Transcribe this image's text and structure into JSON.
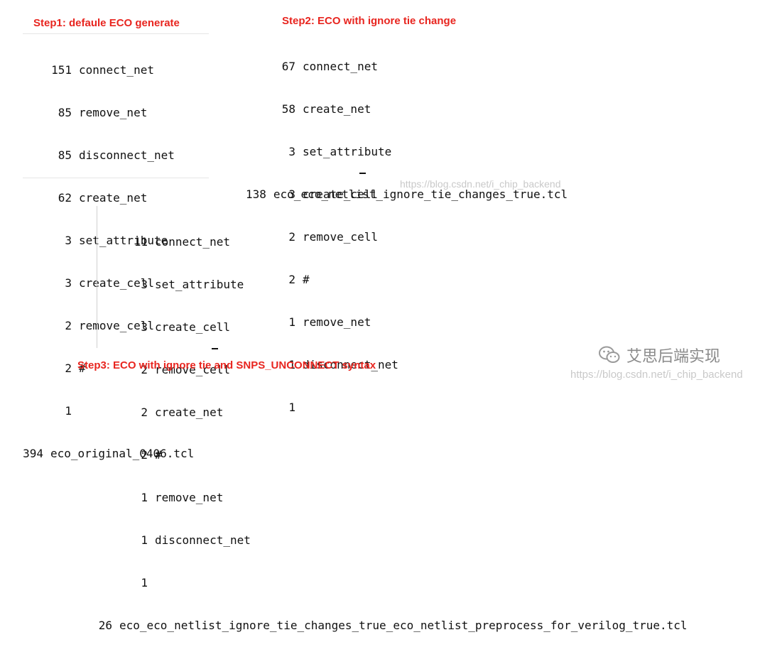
{
  "step1": {
    "title": "Step1:  defaule ECO generate",
    "rows": [
      {
        "count": "151",
        "text": "connect_net"
      },
      {
        "count": "85",
        "text": "remove_net"
      },
      {
        "count": "85",
        "text": "disconnect_net"
      },
      {
        "count": "62",
        "text": "create_net"
      },
      {
        "count": "3",
        "text": "set_attribute"
      },
      {
        "count": "3",
        "text": "create_cell"
      },
      {
        "count": "2",
        "text": "remove_cell"
      },
      {
        "count": "2",
        "text": "#"
      },
      {
        "count": "1",
        "text": ""
      }
    ],
    "total": {
      "count": "394",
      "text": "eco_original_0406.tcl"
    }
  },
  "step2": {
    "title": "Step2: ECO with ignore tie change",
    "rows": [
      {
        "count": "67",
        "text": "connect_net"
      },
      {
        "count": "58",
        "text": "create_net"
      },
      {
        "count": "3",
        "text": "set_attribute"
      },
      {
        "count": "3",
        "text": "create_cell"
      },
      {
        "count": "2",
        "text": "remove_cell"
      },
      {
        "count": "2",
        "text": "#"
      },
      {
        "count": "1",
        "text": "remove_net"
      },
      {
        "count": "1",
        "text": "disconnect_net"
      },
      {
        "count": "1",
        "text": ""
      }
    ],
    "total": {
      "count": "138",
      "text": "eco_eco_netlist_ignore_tie_changes_true.tcl"
    }
  },
  "step3": {
    "title": "Step3: ECO with ignore tie and SNPS_UNCONNECT syntax",
    "rows": [
      {
        "count": "11",
        "text": "connect_net"
      },
      {
        "count": "3",
        "text": "set_attribute"
      },
      {
        "count": "3",
        "text": "create_cell"
      },
      {
        "count": "2",
        "text": "remove_cell"
      },
      {
        "count": "2",
        "text": "create_net"
      },
      {
        "count": "2",
        "text": "#"
      },
      {
        "count": "1",
        "text": "remove_net"
      },
      {
        "count": "1",
        "text": "disconnect_net"
      },
      {
        "count": "1",
        "text": ""
      }
    ],
    "total": {
      "count": "26",
      "text": "eco_eco_netlist_ignore_tie_changes_true_eco_netlist_preprocess_for_verilog_true.tcl"
    }
  },
  "watermarks": {
    "middle": "https://blog.csdn.net/i_chip_backend",
    "bottom": "https://blog.csdn.net/i_chip_backend"
  },
  "brand": {
    "name": "艾思后端实现",
    "icon": "wechat-icon"
  },
  "colors": {
    "title_red": "#e8251f",
    "text": "#111111",
    "watermark": "#c9c9c9"
  }
}
